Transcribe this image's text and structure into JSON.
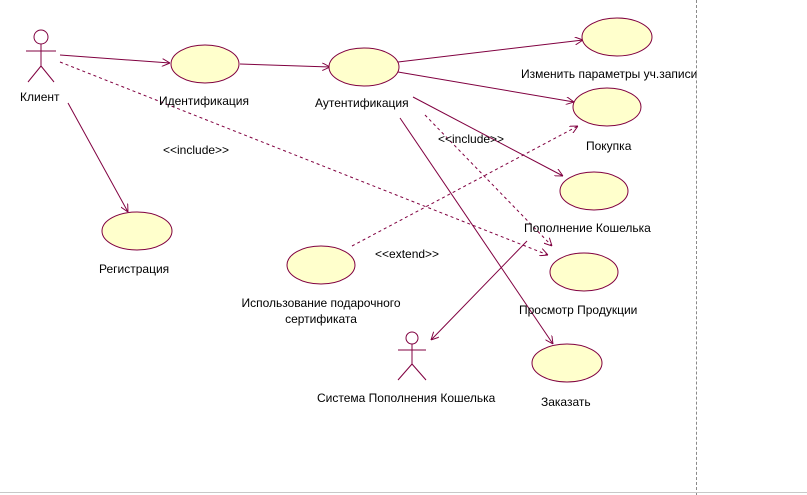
{
  "diagram": {
    "colors": {
      "line": "#800040",
      "usecase_fill": "#ffffcc",
      "usecase_stroke": "#800040",
      "actor_stroke": "#800040"
    },
    "actors": {
      "client": "Клиент",
      "wallet_system": "Система Пополнения Кошелька"
    },
    "use_cases": {
      "identification": "Идентификация",
      "authentication": "Аутентификация",
      "change_account": "Изменить параметры уч.записи",
      "purchase": "Покупка",
      "wallet_topup": "Пополнение Кошелька",
      "view_products": "Просмотр Продукции",
      "order": "Заказать",
      "registration": "Регистрация",
      "gift_cert_line1": "Использование подарочного",
      "gift_cert_line2": "сертификата"
    },
    "stereotypes": {
      "include_1": "<<include>>",
      "include_2": "<<include>>",
      "extend": "<<extend>>"
    }
  }
}
